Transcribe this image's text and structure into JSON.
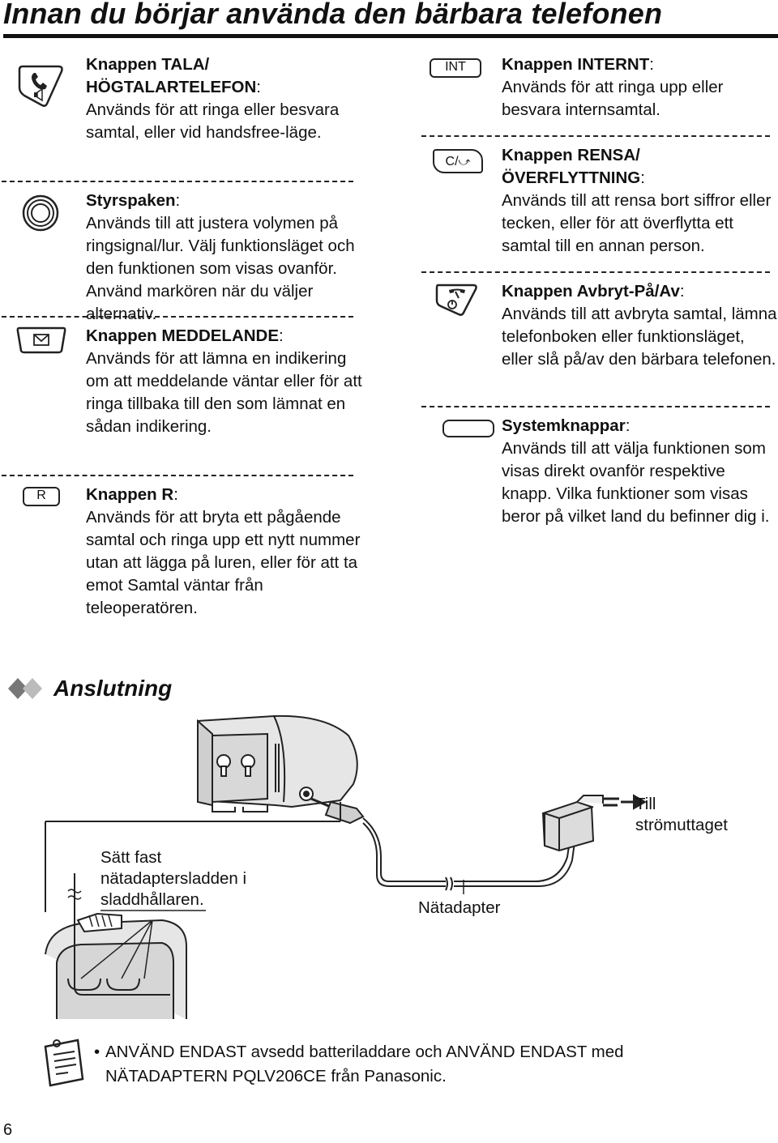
{
  "page": {
    "title": "Innan du börjar använda den bärbara telefonen",
    "number": "6"
  },
  "left_entries": [
    {
      "icon": "talk-speakerphone-icon",
      "head": "Knappen TALA/ HÖGTALARTELEFON",
      "suffix": ":",
      "desc": "Används för att ringa eller besvara samtal, eller vid handsfree-läge."
    },
    {
      "icon": "joystick-icon",
      "head": "Styrspaken",
      "suffix": ":",
      "desc": "Används till att justera volymen på ringsignal/lur. Välj funktionsläget och den funktionen som visas ovanför. Använd markören när du väljer alternativ."
    },
    {
      "icon": "message-icon",
      "head": "Knappen MEDDELANDE",
      "suffix": ":",
      "desc": "Används för att lämna en indikering om att meddelande väntar eller för att ringa tillbaka till den som lämnat en sådan indikering."
    },
    {
      "icon": "r-key-icon",
      "keycap": "R",
      "head": "Knappen R",
      "suffix": ":",
      "desc": "Används för att bryta ett pågående samtal och ringa upp ett nytt nummer utan att lägga på luren, eller för att ta emot Samtal väntar från teleoperatören."
    }
  ],
  "right_entries": [
    {
      "icon": "intercom-key-icon",
      "keycap": "INT",
      "head": "Knappen INTERNT",
      "suffix": ":",
      "desc": "Används för att ringa upp eller besvara internsamtal."
    },
    {
      "icon": "clear-transfer-key-icon",
      "keycap": "C/",
      "head": "Knappen RENSA/ ÖVERFLYTTNING",
      "suffix": ":",
      "desc": "Används till att rensa bort siffror eller tecken, eller för att överflytta ett samtal till en annan person."
    },
    {
      "icon": "off-power-icon",
      "head": "Knappen Avbryt-På/Av",
      "suffix": ":",
      "desc": "Används till att avbryta samtal, lämna telefonboken eller funktionsläget, eller slå på/av den bärbara telefonen."
    },
    {
      "icon": "soft-key-icon",
      "head": "Systemknappar",
      "suffix": ":",
      "desc": "Används till att välja funktionen som visas direkt ovanför respektive knapp. Vilka funktioner som visas beror på vilket land du befinner dig i."
    }
  ],
  "section": {
    "title": "Anslutning"
  },
  "diagram": {
    "label_cord_holder": "Sätt fast nätadaptersladden i sladdhållaren.",
    "label_adapter": "Nätadapter",
    "label_outlet": "Till strömuttaget"
  },
  "note": {
    "bullet": "•",
    "text": "ANVÄND ENDAST avsedd batteriladdare och ANVÄND ENDAST med NÄTADAPTERN PQLV206CE från Panasonic."
  }
}
